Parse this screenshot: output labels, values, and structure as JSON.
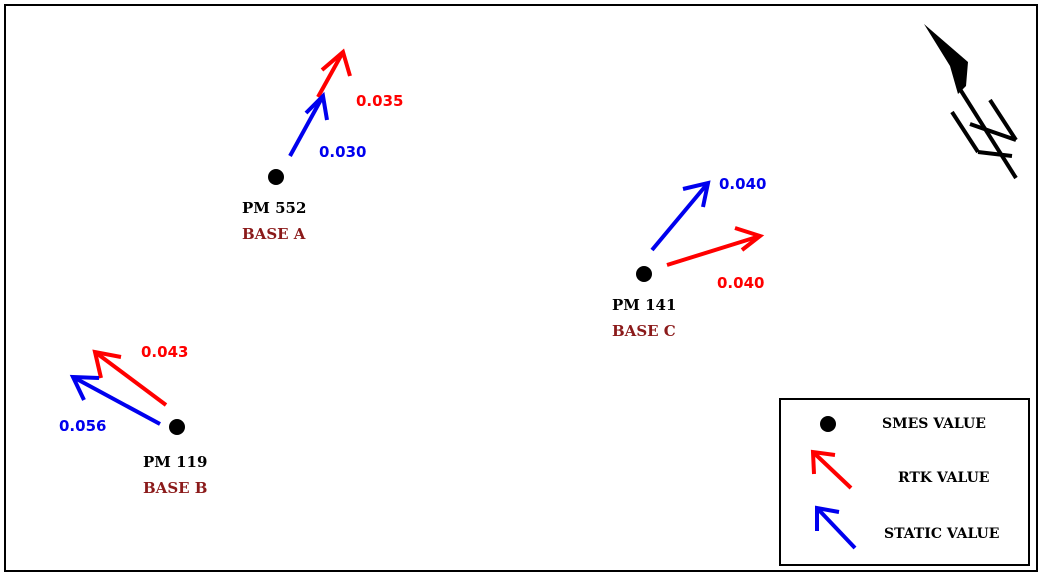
{
  "colors": {
    "rtk": "#ff0000",
    "static": "#0000ee",
    "base": "#8b1a1a",
    "point": "#000000"
  },
  "points": [
    {
      "id": "pm552",
      "name": "PM 552",
      "base": "BASE A",
      "rtk_value": "0.035",
      "static_value": "0.030"
    },
    {
      "id": "pm119",
      "name": "PM 119",
      "base": "BASE B",
      "rtk_value": "0.043",
      "static_value": "0.056"
    },
    {
      "id": "pm141",
      "name": "PM 141",
      "base": "BASE C",
      "rtk_value": "0.040",
      "static_value": "0.040"
    }
  ],
  "legend": {
    "smes_label": "SMES VALUE",
    "rtk_label": "RTK VALUE",
    "static_label": "STATIC VALUE"
  },
  "north_arrow": {
    "icon": "north-arrow-icon"
  }
}
